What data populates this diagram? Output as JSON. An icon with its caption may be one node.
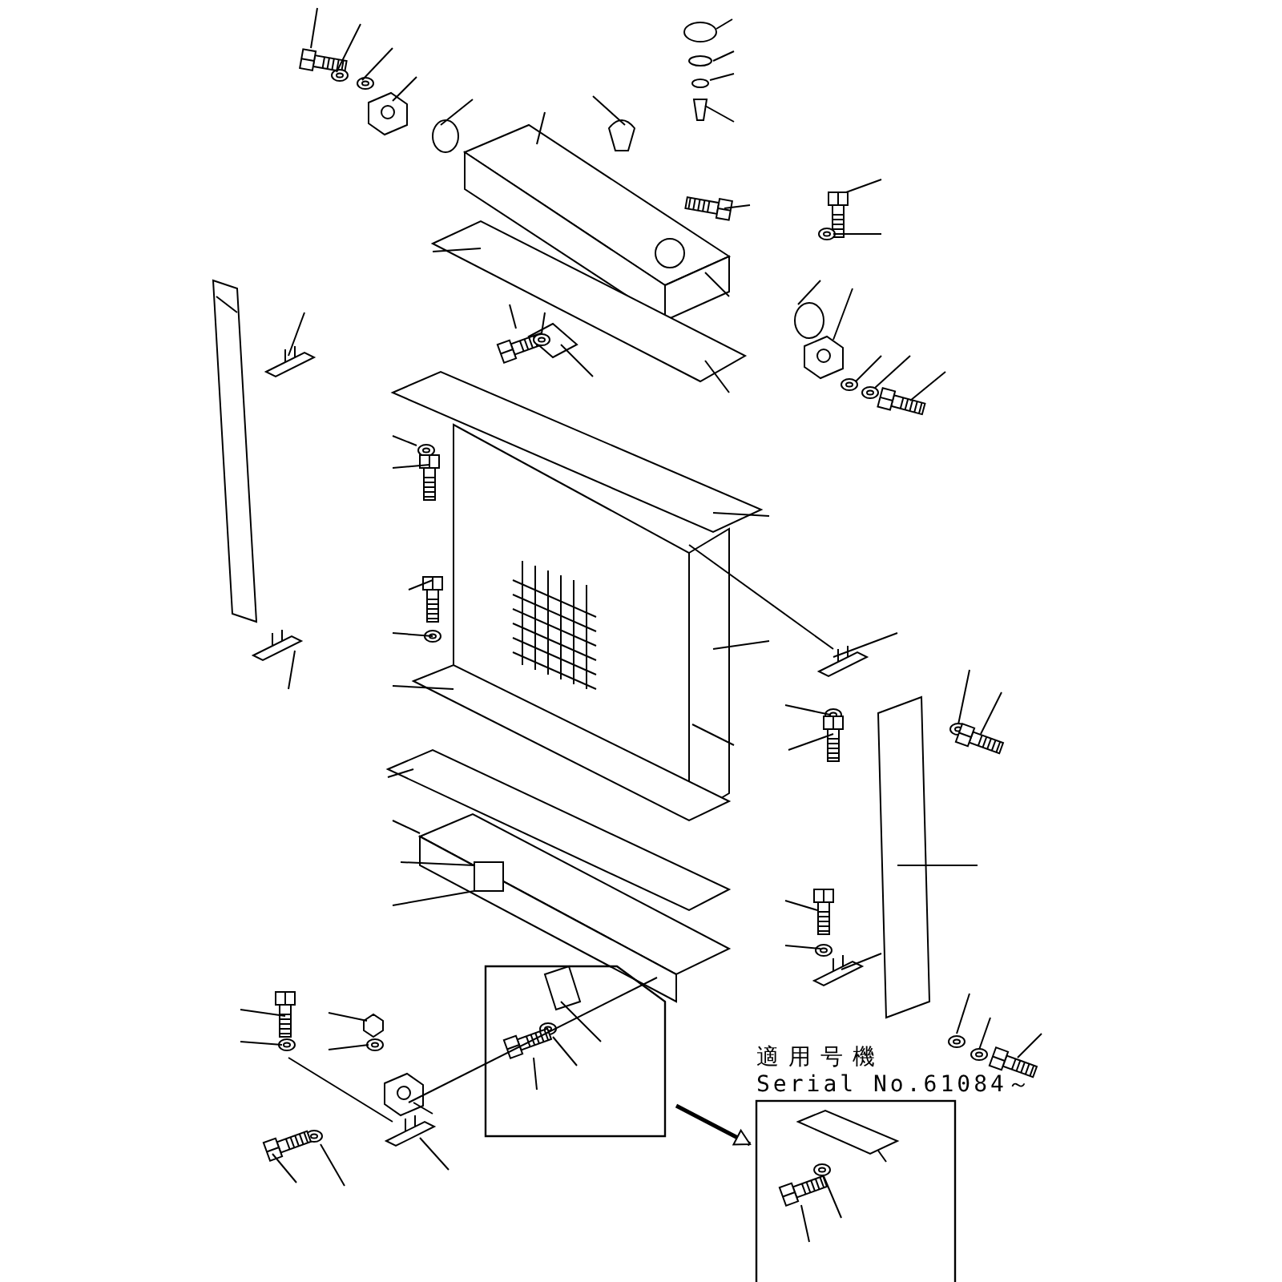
{
  "diagram": {
    "nodes": [
      {
        "text": [],
        "shape": "box"
      },
      {
        "text": [
          "適用号機",
          "Serial No.61084～"
        ]
      }
    ],
    "edges": [
      {
        "from": 0,
        "to": 1,
        "arrow": "to"
      }
    ]
  }
}
